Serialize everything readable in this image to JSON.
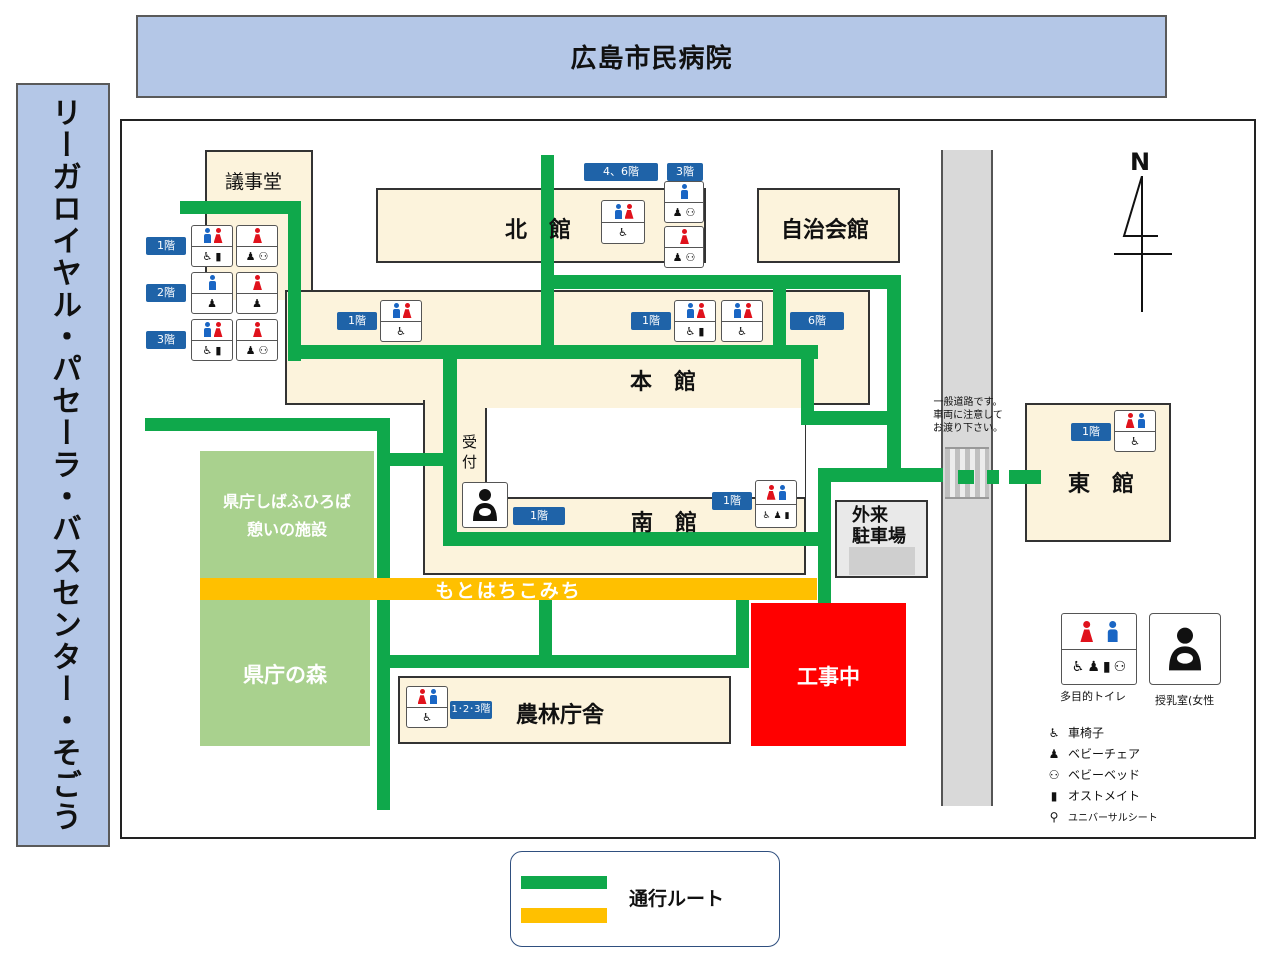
{
  "top_banner": "広島市民病院",
  "left_banner": "リーガロイヤル・パセーラ・バスセンター・そごう",
  "buildings": {
    "gijido": "議事堂",
    "north": "北　館",
    "jichikaikan": "自治会館",
    "main": "本　館",
    "south": "南　館",
    "east": "東　館",
    "parking": "外来\n駐車場",
    "norin": "農林庁舎"
  },
  "areas": {
    "shibafu": "県庁しばふひろば\n憩いの施設",
    "mori": "県庁の森",
    "construction": "工事中",
    "motohachi": "もとはちこみち"
  },
  "reception": "受\n付",
  "road_note": "一般道路です。\n車両に注意して\nお渡り下さい。",
  "north_mark": "N",
  "floors": {
    "f1": "1階",
    "f2": "2階",
    "f3": "3階",
    "f46": "4、6階",
    "f6": "6階",
    "f123": "1･2･3階"
  },
  "legend_icons": {
    "multi_toilet": "多目的トイレ",
    "nursing": "授乳室(女性"
  },
  "legend_list": [
    {
      "icon": "wheelchair-icon",
      "label": "車椅子"
    },
    {
      "icon": "baby-chair-icon",
      "label": "ベビーチェア"
    },
    {
      "icon": "baby-bed-icon",
      "label": "ベビーベッド"
    },
    {
      "icon": "ostomate-icon",
      "label": "オストメイト"
    },
    {
      "icon": "universal-sheet-icon",
      "label": "ユニバーサルシート"
    }
  ],
  "route_legend": {
    "label": "通行ルート"
  },
  "colors": {
    "route": "#0fa84b",
    "path": "#ffc000",
    "construction": "#ff0000",
    "park": "#a9d18e",
    "banner": "#b4c7e7"
  }
}
